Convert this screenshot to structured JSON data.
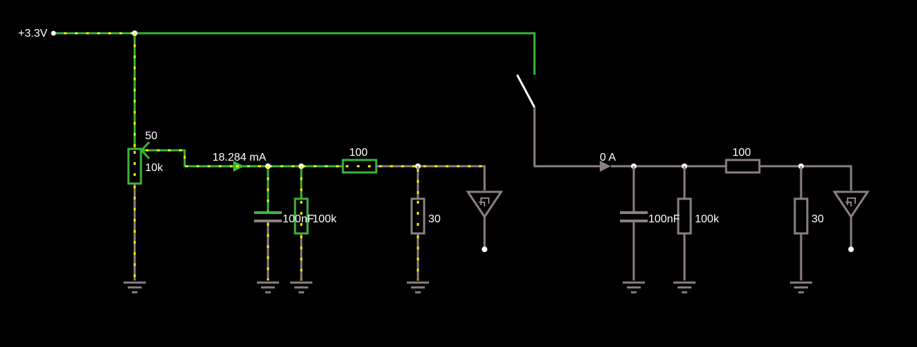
{
  "supply": {
    "label": "+3.3V"
  },
  "left_circuit": {
    "pot_wiper_label": "50",
    "pot_value": "10k",
    "current_label": "18.284 mA",
    "capacitor": "100nF",
    "resistor_shunt": "100k",
    "resistor_series": "100",
    "resistor_load": "30"
  },
  "right_circuit": {
    "current_label": "0 A",
    "capacitor": "100nF",
    "resistor_shunt": "100k",
    "resistor_series": "100",
    "resistor_load": "30"
  },
  "colors": {
    "background": "#000000",
    "live_wire": "#3cb43c",
    "dead_wire": "#8c7f7f",
    "current_dots": "#f5f500",
    "switch": "#ffffff"
  }
}
